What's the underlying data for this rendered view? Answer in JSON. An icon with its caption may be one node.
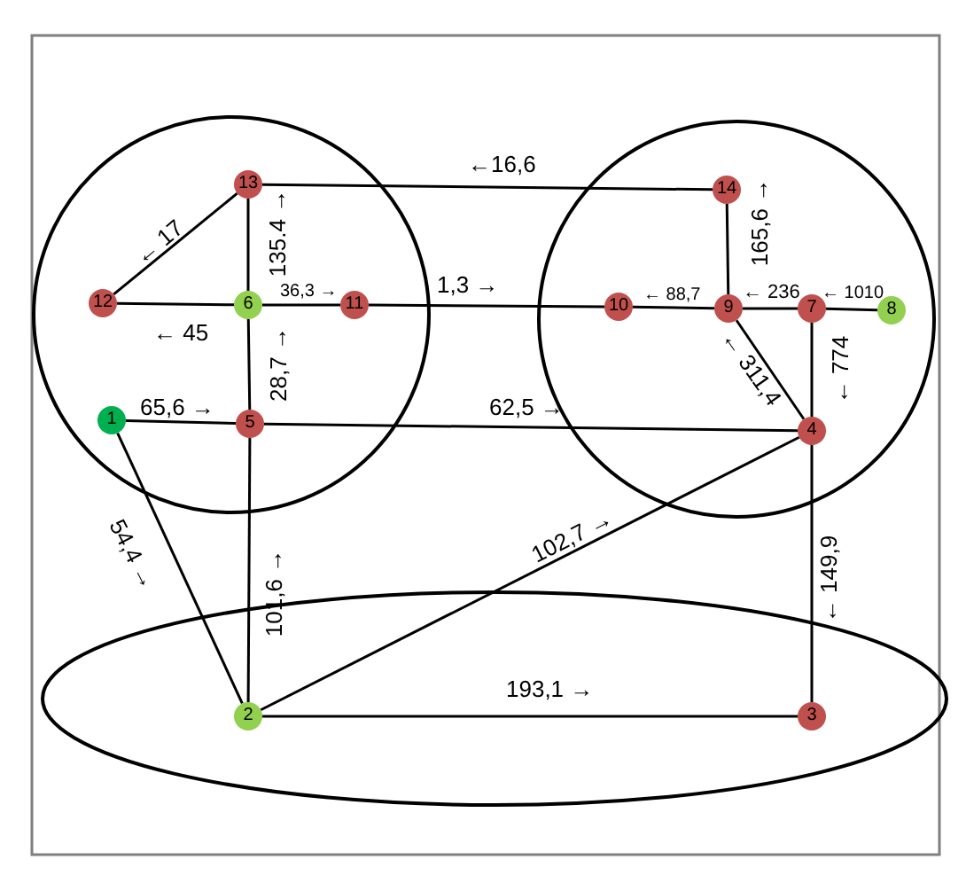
{
  "diagram": {
    "nodes": [
      {
        "text": [],
        "shape": "circle"
      },
      {
        "text": [],
        "shape": "circle"
      },
      {
        "text": [],
        "shape": "ellipse"
      },
      {
        "text": [
          "1"
        ],
        "in": 0
      },
      {
        "text": [
          "2"
        ],
        "in": 2
      },
      {
        "text": [
          "3"
        ],
        "in": 2
      },
      {
        "text": [
          "4"
        ],
        "in": 1
      },
      {
        "text": [
          "5"
        ],
        "in": 0
      },
      {
        "text": [
          "6"
        ],
        "in": 0
      },
      {
        "text": [
          "7"
        ],
        "in": 1
      },
      {
        "text": [
          "8"
        ],
        "in": 1
      },
      {
        "text": [
          "9"
        ],
        "in": 1
      },
      {
        "text": [
          "10"
        ],
        "in": 1
      },
      {
        "text": [
          "11"
        ],
        "in": 0
      },
      {
        "text": [
          "12"
        ],
        "in": 0
      },
      {
        "text": [
          "13"
        ],
        "in": 0
      },
      {
        "text": [
          "14"
        ],
        "in": 1
      }
    ],
    "edges": [
      {
        "from": 3,
        "to": 7,
        "arrow": "none",
        "label": "65,6 →"
      },
      {
        "from": 7,
        "to": 6,
        "arrow": "none",
        "label": "62,5 →"
      },
      {
        "from": 7,
        "to": 8,
        "arrow": "none",
        "label": "28,7 →"
      },
      {
        "from": 8,
        "to": 15,
        "arrow": "none",
        "label": "135.4 →"
      },
      {
        "from": 8,
        "to": 13,
        "arrow": "none",
        "label": "36,3 →"
      },
      {
        "from": 8,
        "to": 14,
        "arrow": "none",
        "label": "← 45"
      },
      {
        "from": 14,
        "to": 15,
        "arrow": "none",
        "label": "← 17"
      },
      {
        "from": 15,
        "to": 16,
        "arrow": "none",
        "label": "←16,6"
      },
      {
        "from": 13,
        "to": 12,
        "arrow": "none",
        "label": "1,3 →"
      },
      {
        "from": 11,
        "to": 12,
        "arrow": "none",
        "label": "← 88,7"
      },
      {
        "from": 9,
        "to": 11,
        "arrow": "none",
        "label": "← 236"
      },
      {
        "from": 10,
        "to": 9,
        "arrow": "none",
        "label": "← 1010"
      },
      {
        "from": 11,
        "to": 16,
        "arrow": "none",
        "label": "165,6 →"
      },
      {
        "from": 11,
        "to": 6,
        "arrow": "none",
        "label": "← 311,4"
      },
      {
        "from": 9,
        "to": 6,
        "arrow": "none",
        "label": "← 774"
      },
      {
        "from": 6,
        "to": 5,
        "arrow": "none",
        "label": "← 149,9"
      },
      {
        "from": 3,
        "to": 4,
        "arrow": "none",
        "label": "54,4 →"
      },
      {
        "from": 7,
        "to": 4,
        "arrow": "none",
        "label": "101,6 →"
      },
      {
        "from": 4,
        "to": 6,
        "arrow": "none",
        "label": "102,7 →"
      },
      {
        "from": 4,
        "to": 5,
        "arrow": "none",
        "label": "193,1 →"
      }
    ]
  }
}
